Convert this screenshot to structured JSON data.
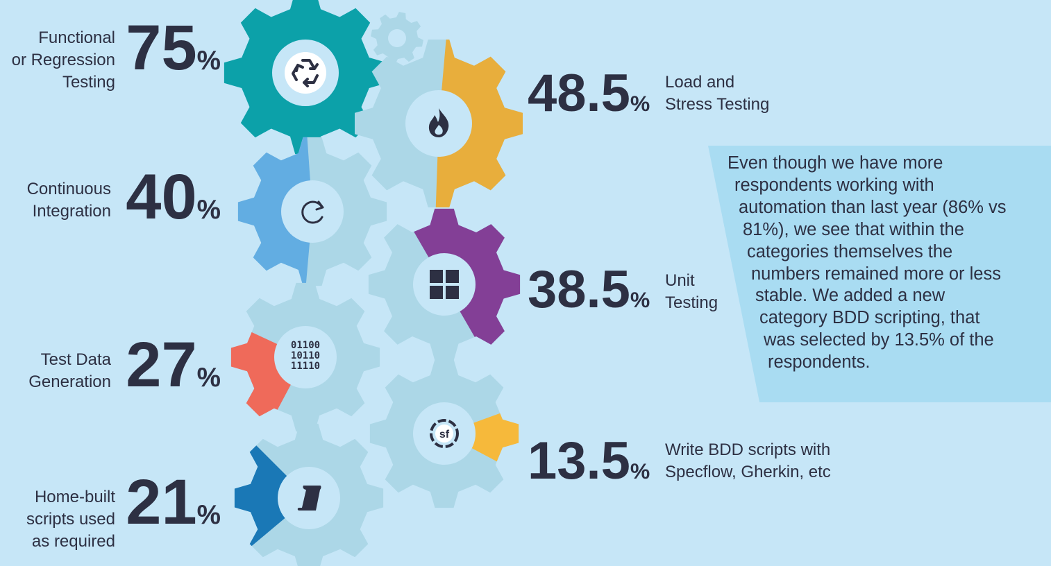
{
  "chart_data": {
    "type": "bar",
    "unit": "%",
    "categories": [
      "Functional or Regression Testing",
      "Load and Stress Testing",
      "Continuous Integration",
      "Unit Testing",
      "Test Data Generation",
      "Write BDD scripts with Specflow, Gherkin, etc",
      "Home-built scripts used as required"
    ],
    "values": [
      75,
      48.5,
      40,
      38.5,
      27,
      13.5,
      21
    ],
    "items": [
      {
        "value": 75,
        "value_text": "75",
        "label_lines": [
          "Functional",
          "or Regression",
          "Testing"
        ],
        "icon": "recycle-icon",
        "color": "#0ca1a9"
      },
      {
        "value": 48.5,
        "value_text": "48.5",
        "label_lines": [
          "Load and",
          "Stress Testing"
        ],
        "icon": "fire-icon",
        "color": "#e8ae3c"
      },
      {
        "value": 40,
        "value_text": "40",
        "label_lines": [
          "Continuous",
          "Integration"
        ],
        "icon": "refresh-icon",
        "color": "#62ade2"
      },
      {
        "value": 38.5,
        "value_text": "38.5",
        "label_lines": [
          "Unit",
          "Testing"
        ],
        "icon": "grid-icon",
        "color": "#833f96"
      },
      {
        "value": 27,
        "value_text": "27",
        "label_lines": [
          "Test Data",
          "Generation"
        ],
        "icon": "binary-data-icon",
        "color": "#ef6a5a"
      },
      {
        "value": 13.5,
        "value_text": "13.5",
        "label_lines": [
          "Write BDD scripts with",
          "Specflow, Gherkin, etc"
        ],
        "icon": "specflow-icon",
        "color": "#f6b93b"
      },
      {
        "value": 21,
        "value_text": "21",
        "label_lines": [
          "Home-built",
          "scripts used",
          "as required"
        ],
        "icon": "scroll-icon",
        "color": "#1a78b6"
      }
    ],
    "binary_text": [
      "01100",
      "10110",
      "11110"
    ],
    "specflow_text": "sf"
  },
  "note": {
    "lines": [
      "Even though we have more",
      "respondents working with",
      "automation than last year (86% vs",
      "81%), we see that within the",
      "categories themselves the",
      "numbers remained more or less",
      "stable. We added a new",
      "category BDD scripting, that",
      "was selected by 13.5% of the",
      "respondents."
    ]
  },
  "colors": {
    "background": "#c6e6f7",
    "gear_base": "#acd7e7",
    "gear_hub": "#c6e6f7",
    "text": "#2d3043",
    "note_panel": "#a9dcf2"
  }
}
